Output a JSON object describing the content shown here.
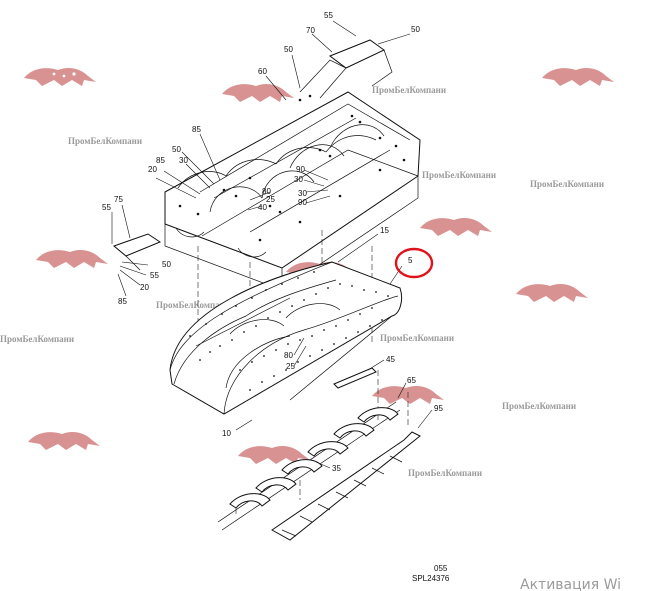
{
  "callouts": [
    {
      "label": "55"
    },
    {
      "label": "50"
    },
    {
      "label": "70"
    },
    {
      "label": "50"
    },
    {
      "label": "60"
    },
    {
      "label": "85"
    },
    {
      "label": "50"
    },
    {
      "label": "30"
    },
    {
      "label": "85"
    },
    {
      "label": "20"
    },
    {
      "label": "90"
    },
    {
      "label": "30"
    },
    {
      "label": "80"
    },
    {
      "label": "25"
    },
    {
      "label": "40"
    },
    {
      "label": "30"
    },
    {
      "label": "90"
    },
    {
      "label": "75"
    },
    {
      "label": "55"
    },
    {
      "label": "15"
    },
    {
      "label": "5"
    },
    {
      "label": "55"
    },
    {
      "label": "50"
    },
    {
      "label": "20"
    },
    {
      "label": "85"
    },
    {
      "label": "80"
    },
    {
      "label": "25"
    },
    {
      "label": "45"
    },
    {
      "label": "65"
    },
    {
      "label": "95"
    },
    {
      "label": "10"
    },
    {
      "label": "35"
    }
  ],
  "watermark_text": "ПромБелКомпани",
  "drawing_code": {
    "line1": "055",
    "line2": "SPL24376"
  },
  "windows_notice": "Активация Wi",
  "highlight_color": "#e0131b"
}
